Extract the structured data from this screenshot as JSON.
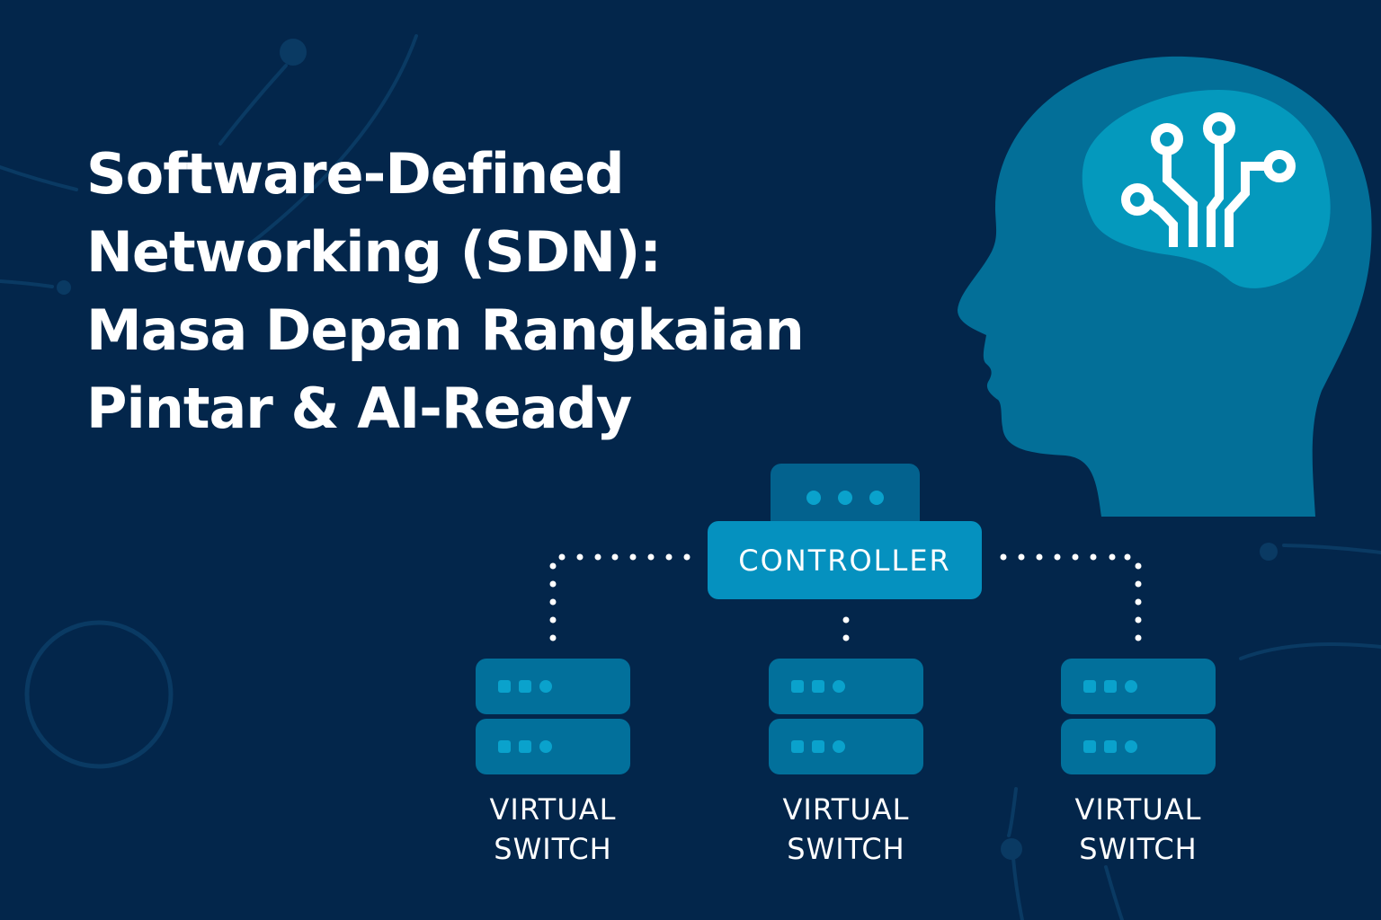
{
  "title": {
    "lines": [
      "Software-Defined",
      "Networking (SDN):",
      "Masa Depan Rangkaian",
      "Pintar & AI-Ready"
    ]
  },
  "diagram": {
    "controller": {
      "label": "CONTROLLER",
      "indicator_dots": 3
    },
    "switches": [
      {
        "line1": "VIRTUAL",
        "line2": "SWITCH"
      },
      {
        "line1": "VIRTUAL",
        "line2": "SWITCH"
      },
      {
        "line1": "VIRTUAL",
        "line2": "SWITCH"
      }
    ],
    "connections": [
      {
        "from": "controller",
        "to": "switch-1",
        "style": "dotted"
      },
      {
        "from": "controller",
        "to": "switch-2",
        "style": "dotted"
      },
      {
        "from": "controller",
        "to": "switch-3",
        "style": "dotted"
      }
    ]
  },
  "illustration": {
    "icon": "head-with-circuit-brain-icon"
  },
  "colors": {
    "background": "#03264b",
    "head": "#036f98",
    "brain": "#0499bd",
    "controller": "#0591bf",
    "controller_top": "#03628e",
    "switch_unit": "#02709b",
    "led": "#0aa2cc",
    "text": "#ffffff",
    "decor": "#0a3a63"
  }
}
